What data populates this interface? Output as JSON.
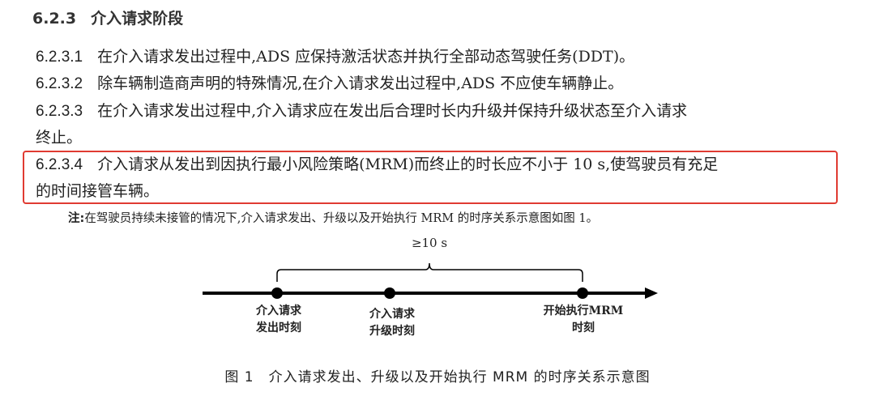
{
  "section": {
    "number": "6.2.3",
    "title": "介入请求阶段"
  },
  "clauses": [
    {
      "number": "6.2.3.1",
      "lines": [
        "在介入请求发出过程中,ADS 应保持激活状态并执行全部动态驾驶任务(DDT)。"
      ]
    },
    {
      "number": "6.2.3.2",
      "lines": [
        "除车辆制造商声明的特殊情况,在介入请求发出过程中,ADS 不应使车辆静止。"
      ]
    },
    {
      "number": "6.2.3.3",
      "lines": [
        "在介入请求发出过程中,介入请求应在发出后合理时长内升级并保持升级状态至介入请求",
        "终止。"
      ]
    },
    {
      "number": "6.2.3.4",
      "lines": [
        "介入请求从发出到因执行最小风险策略(MRM)而终止的时长应不小于 10 s,使驾驶员有充足",
        "的时间接管车辆。"
      ],
      "highlighted": true,
      "highlight_color": "#e03b32"
    }
  ],
  "note": {
    "label": "注:",
    "text": "在驾驶员持续未接管的情况下,介入请求发出、升级以及开始执行 MRM 的时序关系示意图如图 1。"
  },
  "figure": {
    "duration_label": "≥10 s",
    "events": [
      {
        "line1": "介入请求",
        "line2": "发出时刻"
      },
      {
        "line1": "介入请求",
        "line2": "升级时刻"
      },
      {
        "line1": "开始执行MRM",
        "line2": "时刻"
      }
    ],
    "caption_number": "图 1",
    "caption_text": "介入请求发出、升级以及开始执行 MRM 的时序关系示意图"
  }
}
